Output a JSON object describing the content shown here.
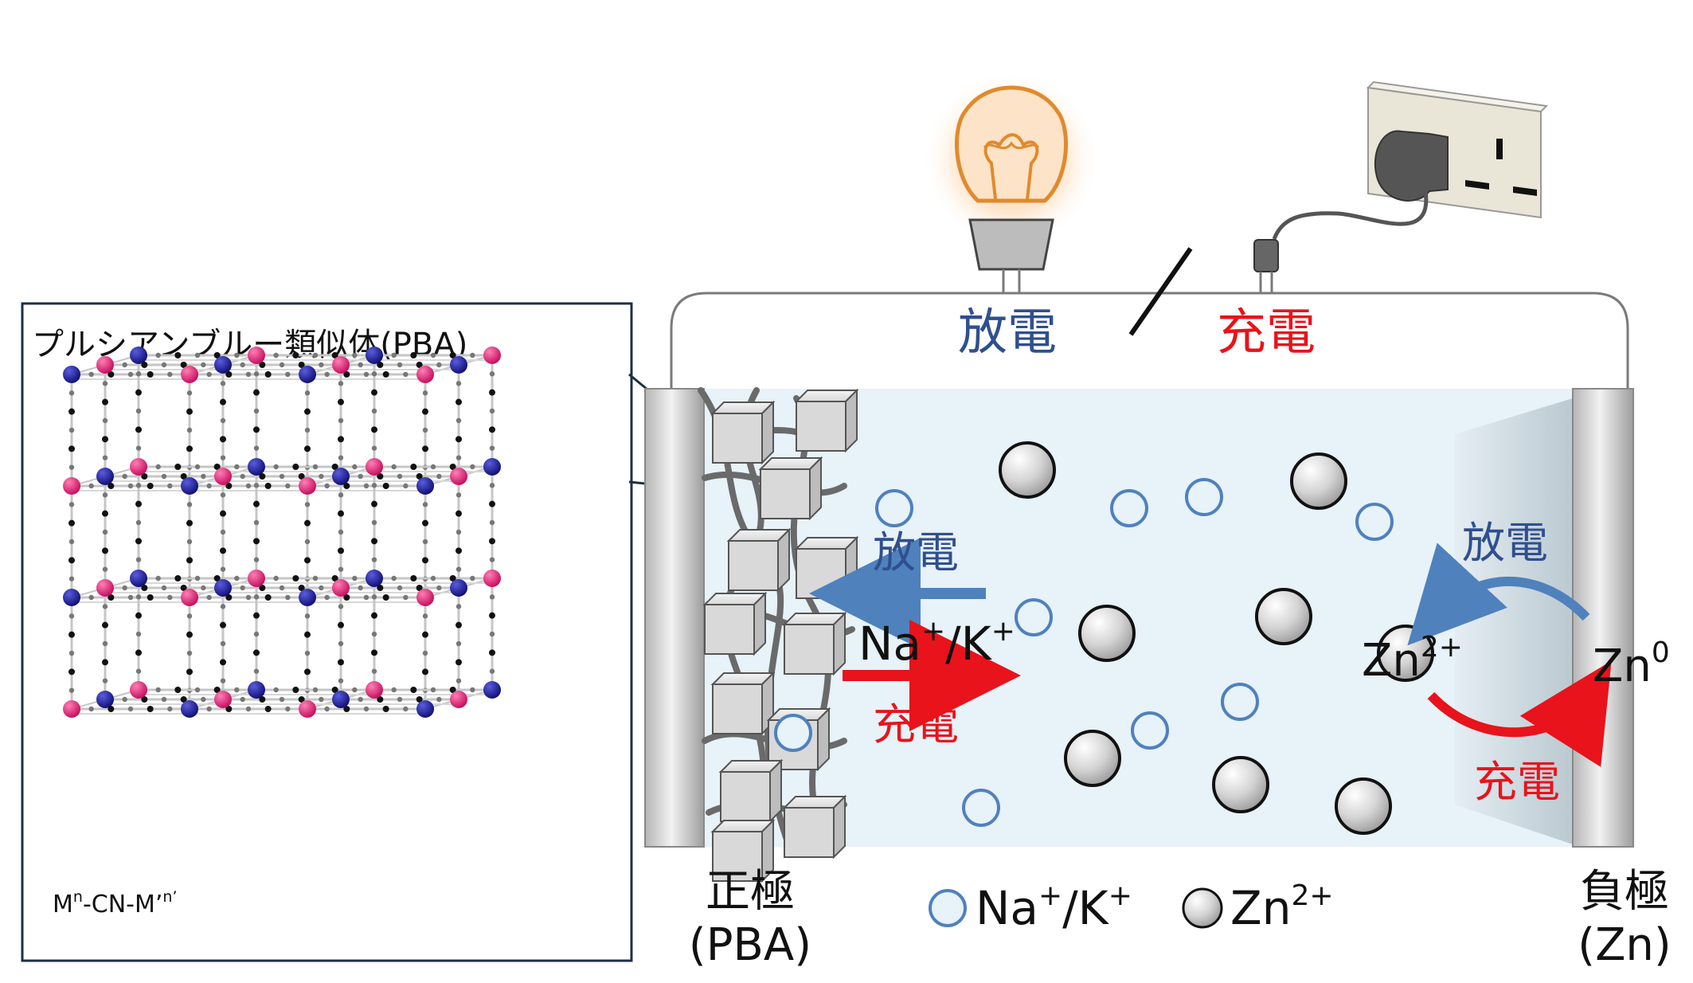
{
  "pba_panel": {
    "title": "プルシアンブルー類似体(PBA)",
    "formula_prefix": "M",
    "formula_sup1": "n",
    "formula_mid": "-CN-M’",
    "formula_sup2": "n’"
  },
  "circuit": {
    "discharge_label": "放電",
    "charge_label": "充電",
    "bulb_icon": "light-bulb-icon",
    "plug_icon": "wall-socket-plug-icon"
  },
  "cell": {
    "ion_label_main": "Na",
    "ion_label_sup1": "+",
    "ion_label_sep": "/K",
    "ion_label_sup2": "+",
    "arrow_discharge_label": "放電",
    "arrow_charge_label": "充電",
    "zn_ion_main": "Zn",
    "zn_ion_sup": "2+",
    "zn_metal_main": "Zn",
    "zn_metal_sup": "0",
    "anode_discharge_label": "放電",
    "anode_charge_label": "充電"
  },
  "electrodes": {
    "cathode_line1": "正極",
    "cathode_line2": "(PBA)",
    "anode_line1": "負極",
    "anode_line2": "(Zn)"
  },
  "legend": {
    "na_main": "Na",
    "na_sup1": "+",
    "na_sep": "/K",
    "na_sup2": "+",
    "zn_main": "Zn",
    "zn_sup": "2+"
  },
  "colors": {
    "discharge": "#2f4f8f",
    "charge": "#e8131b",
    "arrow_blue": "#4f81bd",
    "electrolyte": "#e7f2f9",
    "na_ion_stroke": "#4f81bd",
    "atom_navy": "#12138a",
    "atom_magenta": "#e0156e"
  }
}
